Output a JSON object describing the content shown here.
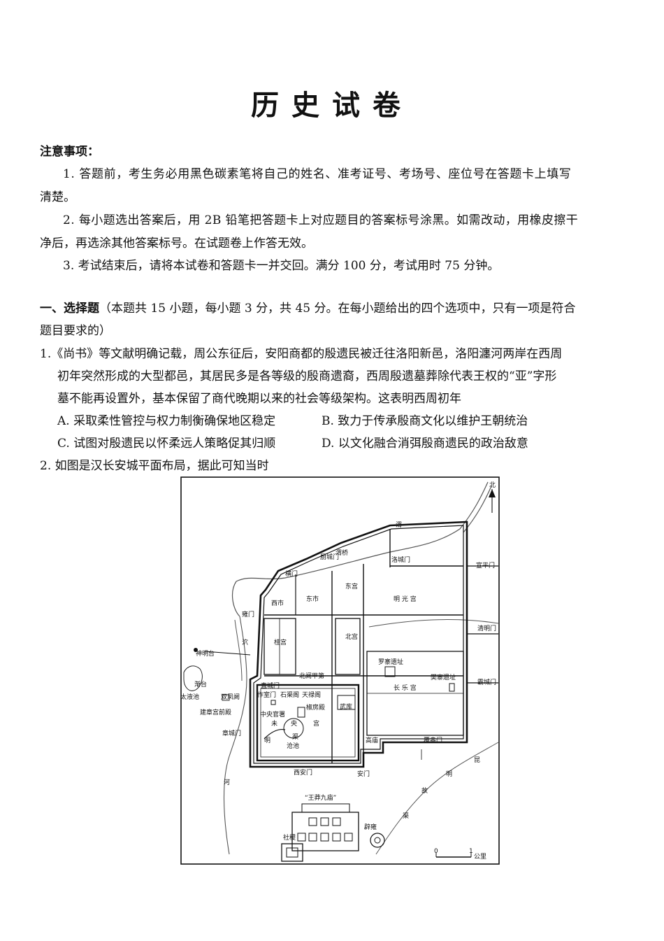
{
  "title": "历史试卷",
  "notice": {
    "heading": "注意事项：",
    "line1": "1. 答题前，考生务必用黑色碳素笔将自己的姓名、准考证号、考场号、座位号在答题卡上填写",
    "line1b": "清楚。",
    "line2": "2. 每小题选出答案后，用 2B 铅笔把答题卡上对应题目的答案标号涂黑。如需改动，用橡皮擦干",
    "line2b": "净后，再选涂其他答案标号。在试题卷上作答无效。",
    "line3": "3. 考试结束后，请将本试卷和答题卡一并交回。满分 100 分，考试用时 75 分钟。"
  },
  "section1": {
    "heading": "一、选择题",
    "desc": "（本题共 15 小题，每小题 3 分，共 45 分。在每小题给出的四个选项中，只有一项是符合",
    "desc2": "题目要求的）"
  },
  "q1": {
    "l1": "1.《尚书》等文献明确记载，周公东征后，安阳商都的殷遗民被迁往洛阳新邑，洛阳瀍河两岸在西周",
    "l2": "初年突然形成的大型都邑，其居民多是各等级的殷商遗裔，西周殷遗墓葬除代表王权的“亚”字形",
    "l3": "墓不能再设置外，基本保留了商代晚期以来的社会等级架构。这表明西周初年",
    "a": "A. 采取柔性管控与权力制衡确保地区稳定",
    "b": "B. 致力于传承殷商文化以维护王朝统治",
    "c": "C. 试图对殷遗民以怀柔远人策略促其归顺",
    "d": "D. 以文化融合消弭殷商遗民的政治敌意"
  },
  "q2": {
    "l1": "2. 如图是汉长安城平面布局，据此可知当时"
  },
  "map": {
    "north": "北",
    "wei": "渭",
    "bridge": "渭桥",
    "luocheng": "洛城门",
    "chucheng": "厨城门",
    "xuanping": "宣平门",
    "heng": "横门",
    "xishi": "西市",
    "dongshi": "东市",
    "donggong": "东宫",
    "mingguang": "明 光 宫",
    "yong": "雍门",
    "qingming": "清明门",
    "jie": "泬",
    "guigong": "桂宫",
    "beigong": "北宫",
    "luozhai": "罗寨遗址",
    "fanzhai": "樊寨遗址",
    "shenmingtai": "神明台",
    "jiantai": "渐台",
    "taiye": "太液池",
    "fengque": "双凤阙",
    "jianzhang": "建章宫前殿",
    "beique": "北阙甲第",
    "zhicheng": "直城门",
    "zhishi": "作室门",
    "shiqu": "石渠阁",
    "tianlu": "天禄阁",
    "jiaofang": "椒房殿",
    "wuku": "武库",
    "changle": "长 乐 宫",
    "bacheng": "霸城门",
    "zhongyang": "中央官署",
    "wei_yang": "未",
    "yang": "央",
    "gong": "宫",
    "zhangcheng": "章城门",
    "ming": "明",
    "qu": "渠",
    "cangchi": "沧池",
    "gaomiao": "高庙",
    "fuang": "覆盎门",
    "xian": "西安门",
    "anmen": "安门",
    "he": "河",
    "kunming1": "昆",
    "kunming2": "明",
    "kunming3": "故",
    "kunming4": "渠",
    "wangmang": "“王莽九庙”",
    "biyong": "辟雍",
    "sheji": "社稷",
    "scale0": "0",
    "scale1": "1",
    "scaleunit": "公里"
  }
}
